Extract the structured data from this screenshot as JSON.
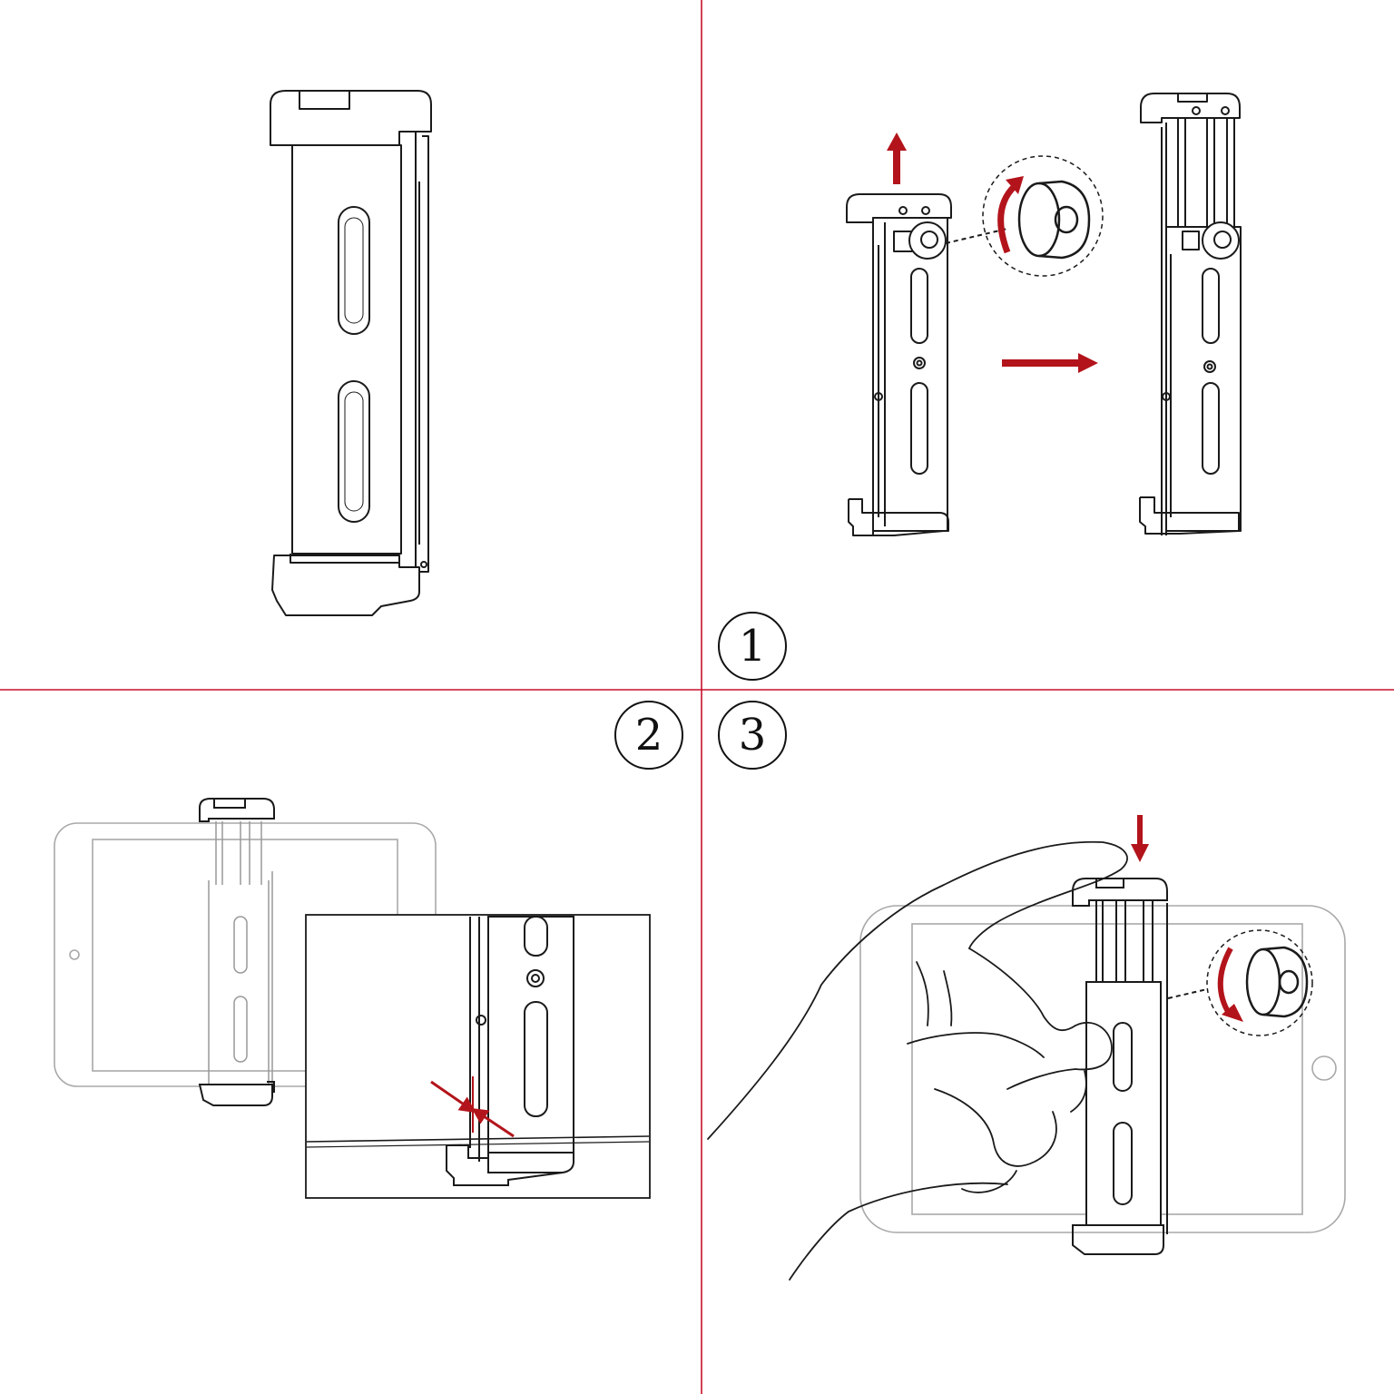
{
  "colors": {
    "divider": "#c8102e",
    "accent": "#b3141b",
    "line": "#1a1a1a",
    "faint": "#a8a8a8",
    "background": "#ffffff"
  },
  "steps": [
    {
      "label": "1"
    },
    {
      "label": "2"
    },
    {
      "label": "3"
    }
  ]
}
